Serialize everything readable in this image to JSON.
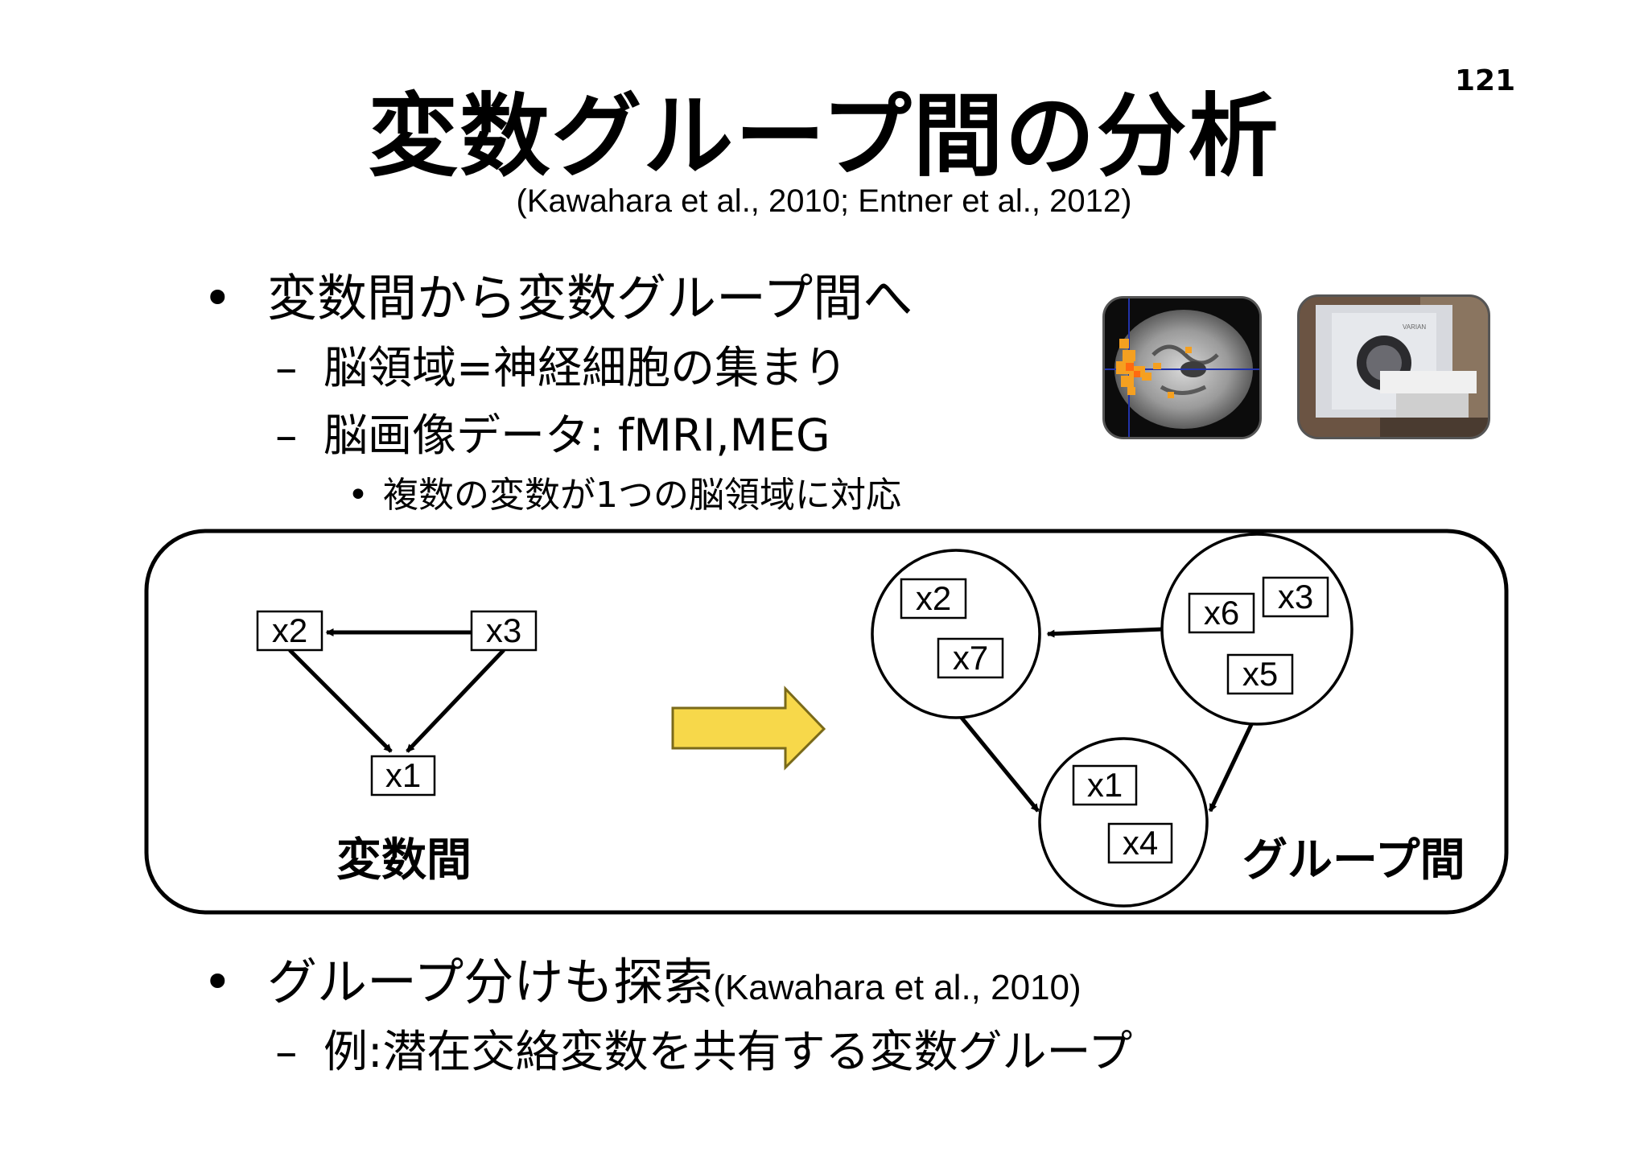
{
  "slide": {
    "page_number": "121",
    "title": "変数グループ間の分析",
    "citation": "(Kawahara et al., 2010; Entner et al., 2012)"
  },
  "bullets_top": {
    "item1": {
      "marker": "•",
      "text": "変数間から変数グループ間へ"
    },
    "item1_sub1": {
      "marker": "–",
      "text": "脳領域=神経細胞の集まり"
    },
    "item1_sub2": {
      "marker": "–",
      "text": "脳画像データ: fMRI,MEG"
    },
    "item1_sub2_sub1": {
      "marker": "•",
      "text": "複数の変数が1つの脳領域に対応"
    }
  },
  "images": {
    "brain_scan": {
      "icon": "brain-fmri-scan-image"
    },
    "mri_machine": {
      "icon": "mri-scanner-photo",
      "brand_text": "VARIAN"
    }
  },
  "diagram": {
    "left": {
      "caption": "変数間",
      "nodes": {
        "x1": "x1",
        "x2": "x2",
        "x3": "x3"
      },
      "edges": [
        [
          "x3",
          "x2"
        ],
        [
          "x2",
          "x1"
        ],
        [
          "x3",
          "x1"
        ]
      ]
    },
    "transition_arrow": {
      "icon": "yellow-right-arrow",
      "color": "#f7d84a"
    },
    "right": {
      "caption": "グループ間",
      "groups": {
        "g1": [
          "x2",
          "x7"
        ],
        "g2": [
          "x6",
          "x3",
          "x5"
        ],
        "g3": [
          "x1",
          "x4"
        ]
      },
      "edges": [
        [
          "g2",
          "g1"
        ],
        [
          "g1",
          "g3"
        ],
        [
          "g2",
          "g3"
        ]
      ]
    }
  },
  "bullets_bottom": {
    "item2": {
      "marker": "•",
      "text": "グループ分けも探索",
      "citation": "(Kawahara et al., 2010)"
    },
    "item2_sub1": {
      "marker": "–",
      "text": "例:潜在交絡変数を共有する変数グループ"
    }
  },
  "colors": {
    "arrow_fill": "#f7d84a",
    "arrow_stroke": "#7a6a1a",
    "activation": "#f5a020"
  }
}
